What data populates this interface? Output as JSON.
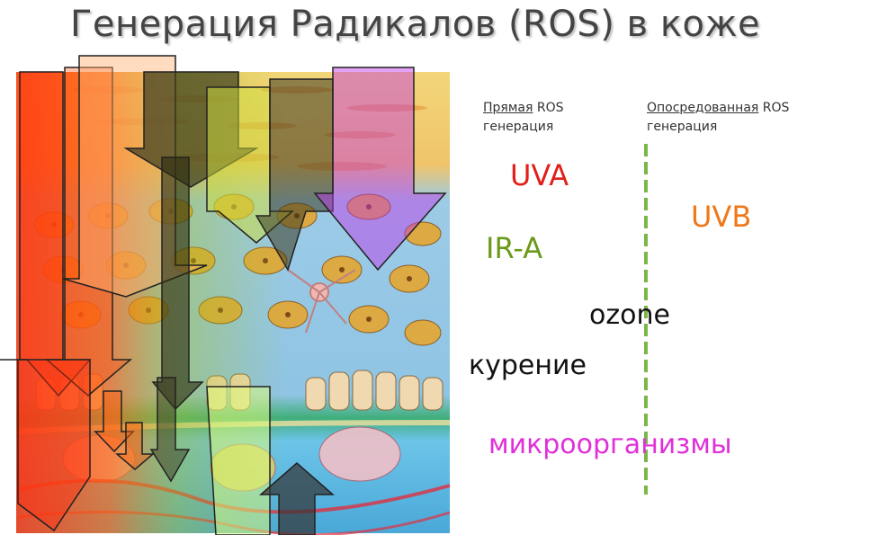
{
  "title": "Генерация Радикалов (ROS) в коже",
  "columns": {
    "direct": {
      "underlined": "Прямая",
      "rest": " ROS",
      "line2": "генерация"
    },
    "indirect": {
      "underlined": "Опосредованная",
      "rest": " ROS",
      "line2": "генерация"
    }
  },
  "factors": {
    "uva": "UVA",
    "uvb": "UVB",
    "ira": "IR-A",
    "ozone": "ozone",
    "smoking": "курение",
    "microorganisms": "микроорганизмы"
  },
  "colors": {
    "uva": "#e0201a",
    "uvb": "#f07818",
    "ira": "#6a9a1a",
    "ozone": "#111111",
    "smoking": "#111111",
    "microorganisms": "#e030d8",
    "divider": "#7ab648"
  }
}
